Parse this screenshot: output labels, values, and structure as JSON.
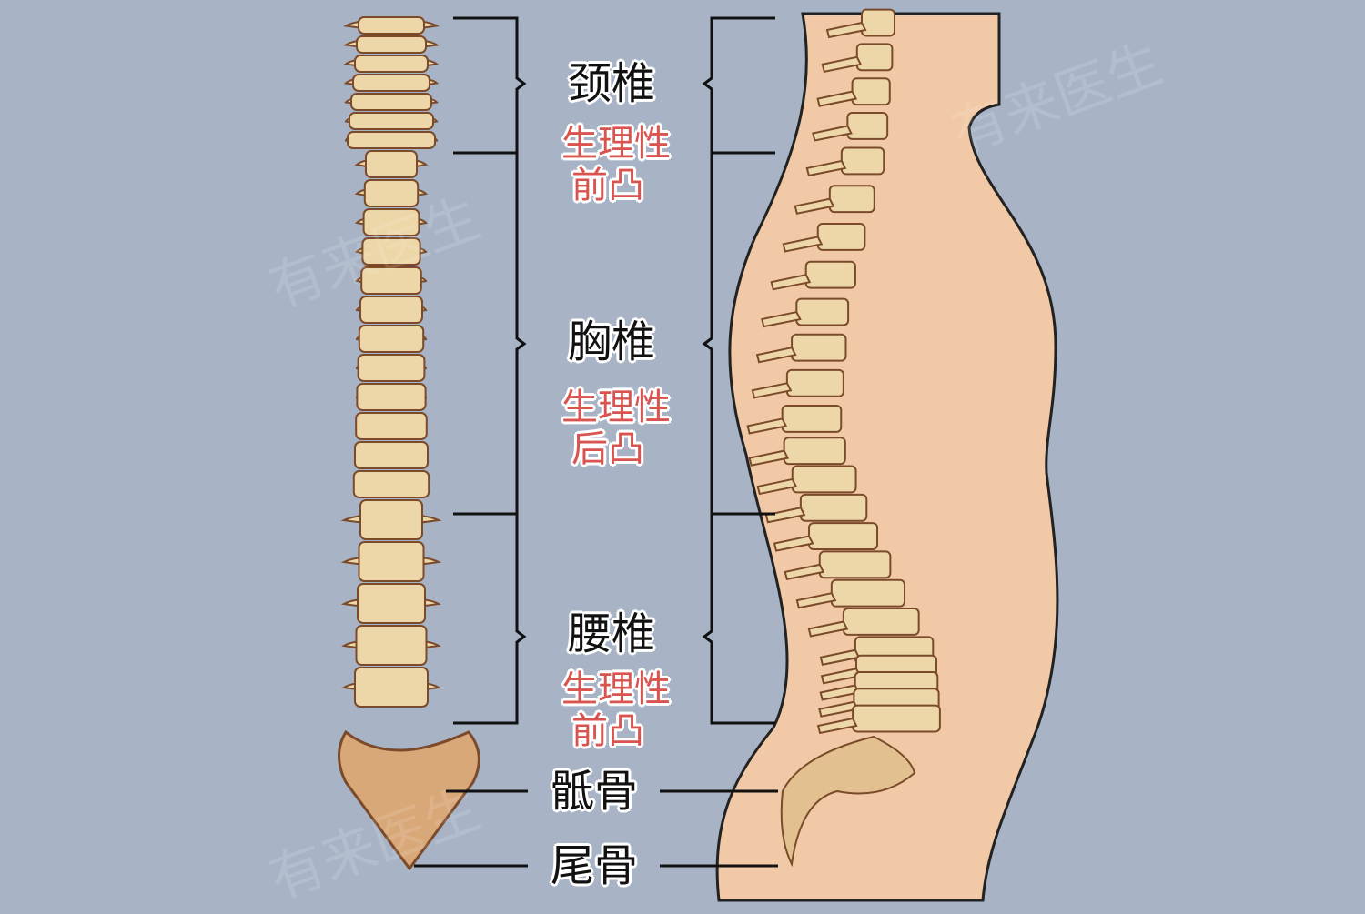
{
  "labels": {
    "cervical": "颈椎",
    "cervical_curve": [
      "生理性",
      "前凸"
    ],
    "thoracic": "胸椎",
    "thoracic_curve": [
      "生理性",
      "后凸"
    ],
    "lumbar": "腰椎",
    "lumbar_curve": [
      "生理性",
      "前凸"
    ],
    "sacrum": "骶骨",
    "coccyx": "尾骨"
  },
  "watermark": "有来医生",
  "colors": {
    "background": "#a8b4c6",
    "bone": "#edd6a8",
    "bone_outline": "#7a4a2a",
    "body": "#f2c9a6",
    "red_text": "#d9534f"
  }
}
